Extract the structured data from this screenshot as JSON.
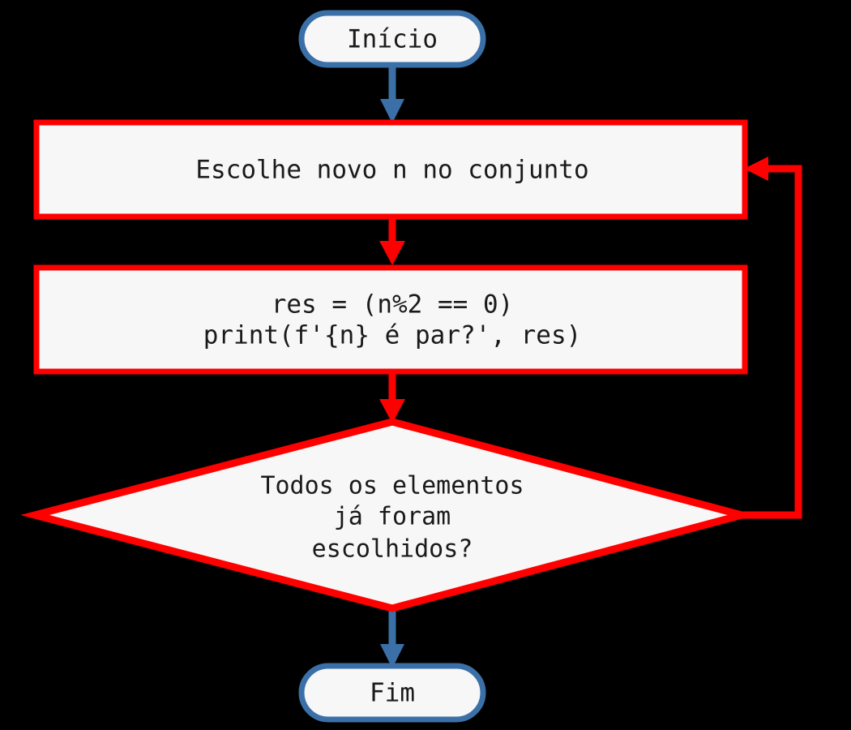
{
  "diagram": {
    "title_text_language": "pt-BR",
    "background_color": "#000000",
    "nodes": {
      "start": {
        "label": "Início",
        "shape": "terminal-capsule",
        "border_color": "#3b6fa8",
        "fill_color": "#f7f7f7",
        "text_color": "#1a1a1a"
      },
      "process_choose": {
        "label": "Escolhe novo n no conjunto",
        "shape": "rectangle",
        "border_color": "#ff0000",
        "fill_color": "#f7f7f7",
        "text_color": "#1a1a1a"
      },
      "process_compute": {
        "line1": "res = (n%2 == 0)",
        "line2": "print(f'{n} é par?', res)",
        "shape": "rectangle",
        "border_color": "#ff0000",
        "fill_color": "#f7f7f7",
        "text_color": "#1a1a1a"
      },
      "decision": {
        "line1": "Todos os elementos",
        "line2": "já foram",
        "line3": "escolhidos?",
        "shape": "diamond",
        "border_color": "#ff0000",
        "fill_color": "#f7f7f7",
        "text_color": "#1a1a1a"
      },
      "end": {
        "label": "Fim",
        "shape": "terminal-capsule",
        "border_color": "#3b6fa8",
        "fill_color": "#f7f7f7",
        "text_color": "#1a1a1a"
      }
    },
    "edges": [
      {
        "name": "start-to-choose",
        "from": "start",
        "to": "process_choose",
        "label": "",
        "color": "#3b6fa8",
        "direction": "down"
      },
      {
        "name": "choose-to-compute",
        "from": "process_choose",
        "to": "process_compute",
        "label": "",
        "color": "#ff0000",
        "direction": "down"
      },
      {
        "name": "compute-to-decision",
        "from": "process_compute",
        "to": "decision",
        "label": "",
        "color": "#ff0000",
        "direction": "down"
      },
      {
        "name": "decision-loop-back",
        "from": "decision",
        "to": "process_choose",
        "label": "",
        "color": "#ff0000",
        "direction": "right-up-left"
      },
      {
        "name": "decision-to-end",
        "from": "decision",
        "to": "end",
        "label": "",
        "color": "#3b6fa8",
        "direction": "down"
      }
    ]
  }
}
